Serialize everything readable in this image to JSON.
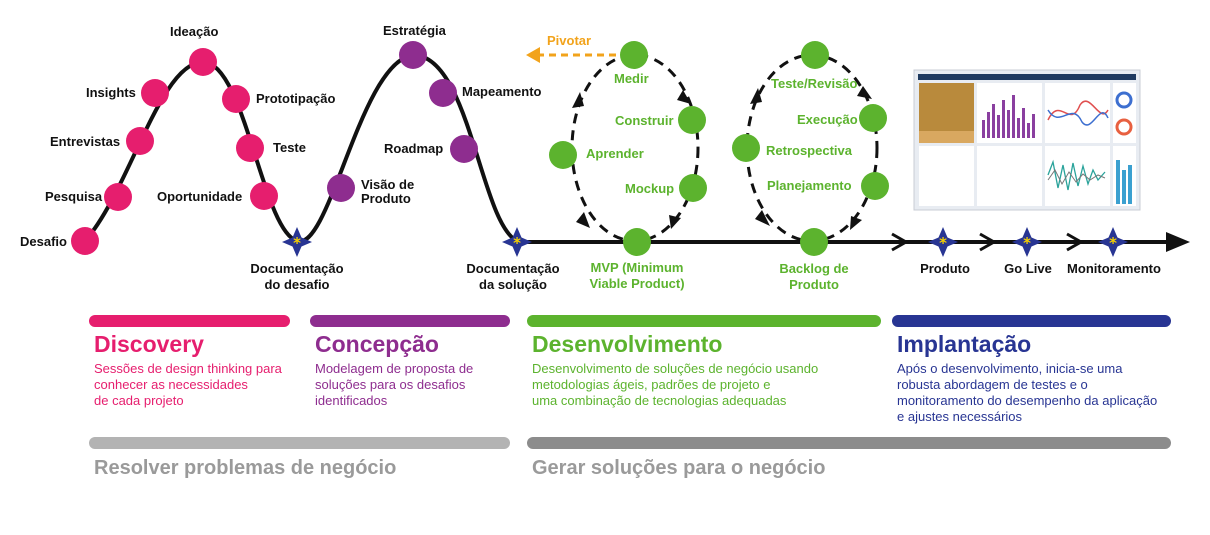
{
  "discovery_nodes": [
    "Desafio",
    "Pesquisa",
    "Entrevistas",
    "Insights",
    "Ideação",
    "Prototipação",
    "Teste",
    "Oportunidade"
  ],
  "doc_desafio": [
    "Documentação",
    "do desafio"
  ],
  "concepcao_nodes": [
    "Visão de",
    "Produto",
    "Estratégia",
    "Mapeamento",
    "Roadmap"
  ],
  "doc_solucao": [
    "Documentação",
    "da solução"
  ],
  "pivotar": "Pivotar",
  "mvp_loop": [
    "Medir",
    "Construir",
    "Aprender",
    "Mockup"
  ],
  "mvp_label": [
    "MVP (Minimum",
    "Viable Product)"
  ],
  "backlog_loop": [
    "Teste/Revisão",
    "Execução",
    "Retrospectiva",
    "Planejamento"
  ],
  "backlog_label": [
    "Backlog de",
    "Produto"
  ],
  "milestones": [
    "Produto",
    "Go Live",
    "Monitoramento"
  ],
  "phases": [
    {
      "title": "Discovery",
      "color": "#e61e6e",
      "lines": [
        "Sessões de design thinking para",
        "conhecer as necessidades",
        "de cada projeto"
      ]
    },
    {
      "title": "Concepção",
      "color": "#8e2d8f",
      "lines": [
        "Modelagem de proposta de",
        "soluções para os desafios",
        "identificados"
      ]
    },
    {
      "title": "Desenvolvimento",
      "color": "#5cb32e",
      "lines": [
        "Desenvolvimento de soluções de negócio usando",
        "metodologias ágeis, padrões de projeto e",
        "uma combinação de tecnologias adequadas"
      ]
    },
    {
      "title": "Implantação",
      "color": "#283593",
      "lines": [
        "Após o desenvolvimento, inicia-se uma",
        "robusta abordagem de testes e o",
        "monitoramento do desempenho da aplicação",
        "e ajustes necessários"
      ]
    }
  ],
  "goals": [
    "Resolver problemas de negócio",
    "Gerar soluções para o negócio"
  ],
  "colors": {
    "pink": "#e61e6e",
    "purple": "#8e2d8f",
    "green": "#5cb32e",
    "navy": "#283593",
    "orange": "#f2a31b",
    "gold": "#f5d000",
    "gray": "#9a9a9a"
  }
}
